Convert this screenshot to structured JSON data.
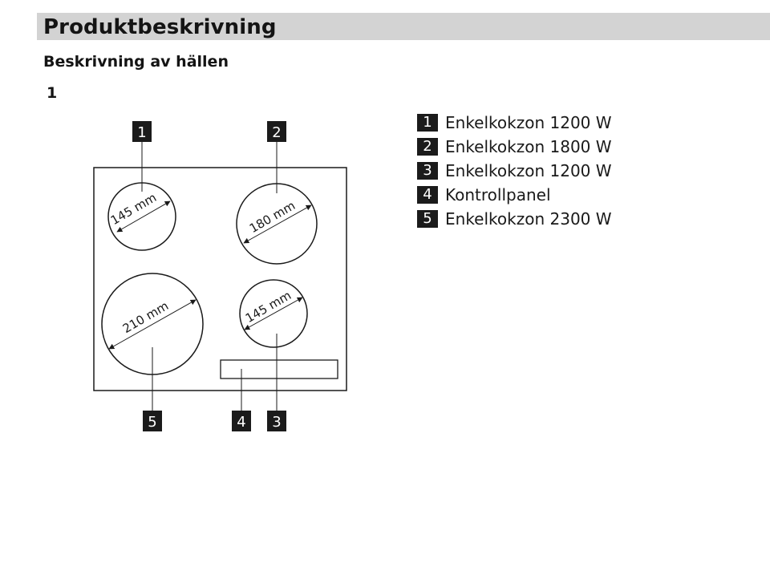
{
  "header": {
    "title": "Produktbeskrivning"
  },
  "section": {
    "subtitle": "Beskrivning av hällen",
    "figure_number": "1"
  },
  "diagram": {
    "zones": [
      {
        "id": "1",
        "diameter": "145 mm"
      },
      {
        "id": "2",
        "diameter": "180 mm"
      },
      {
        "id": "3",
        "diameter": "145 mm"
      },
      {
        "id": "5",
        "diameter": "210 mm"
      }
    ],
    "callouts": [
      "1",
      "2",
      "5",
      "4",
      "3"
    ]
  },
  "legend": [
    {
      "number": "1",
      "label": "Enkelkokzon 1200 W"
    },
    {
      "number": "2",
      "label": "Enkelkokzon 1800 W"
    },
    {
      "number": "3",
      "label": "Enkelkokzon 1200 W"
    },
    {
      "number": "4",
      "label": "Kontrollpanel"
    },
    {
      "number": "5",
      "label": "Enkelkokzon 2300 W"
    }
  ]
}
